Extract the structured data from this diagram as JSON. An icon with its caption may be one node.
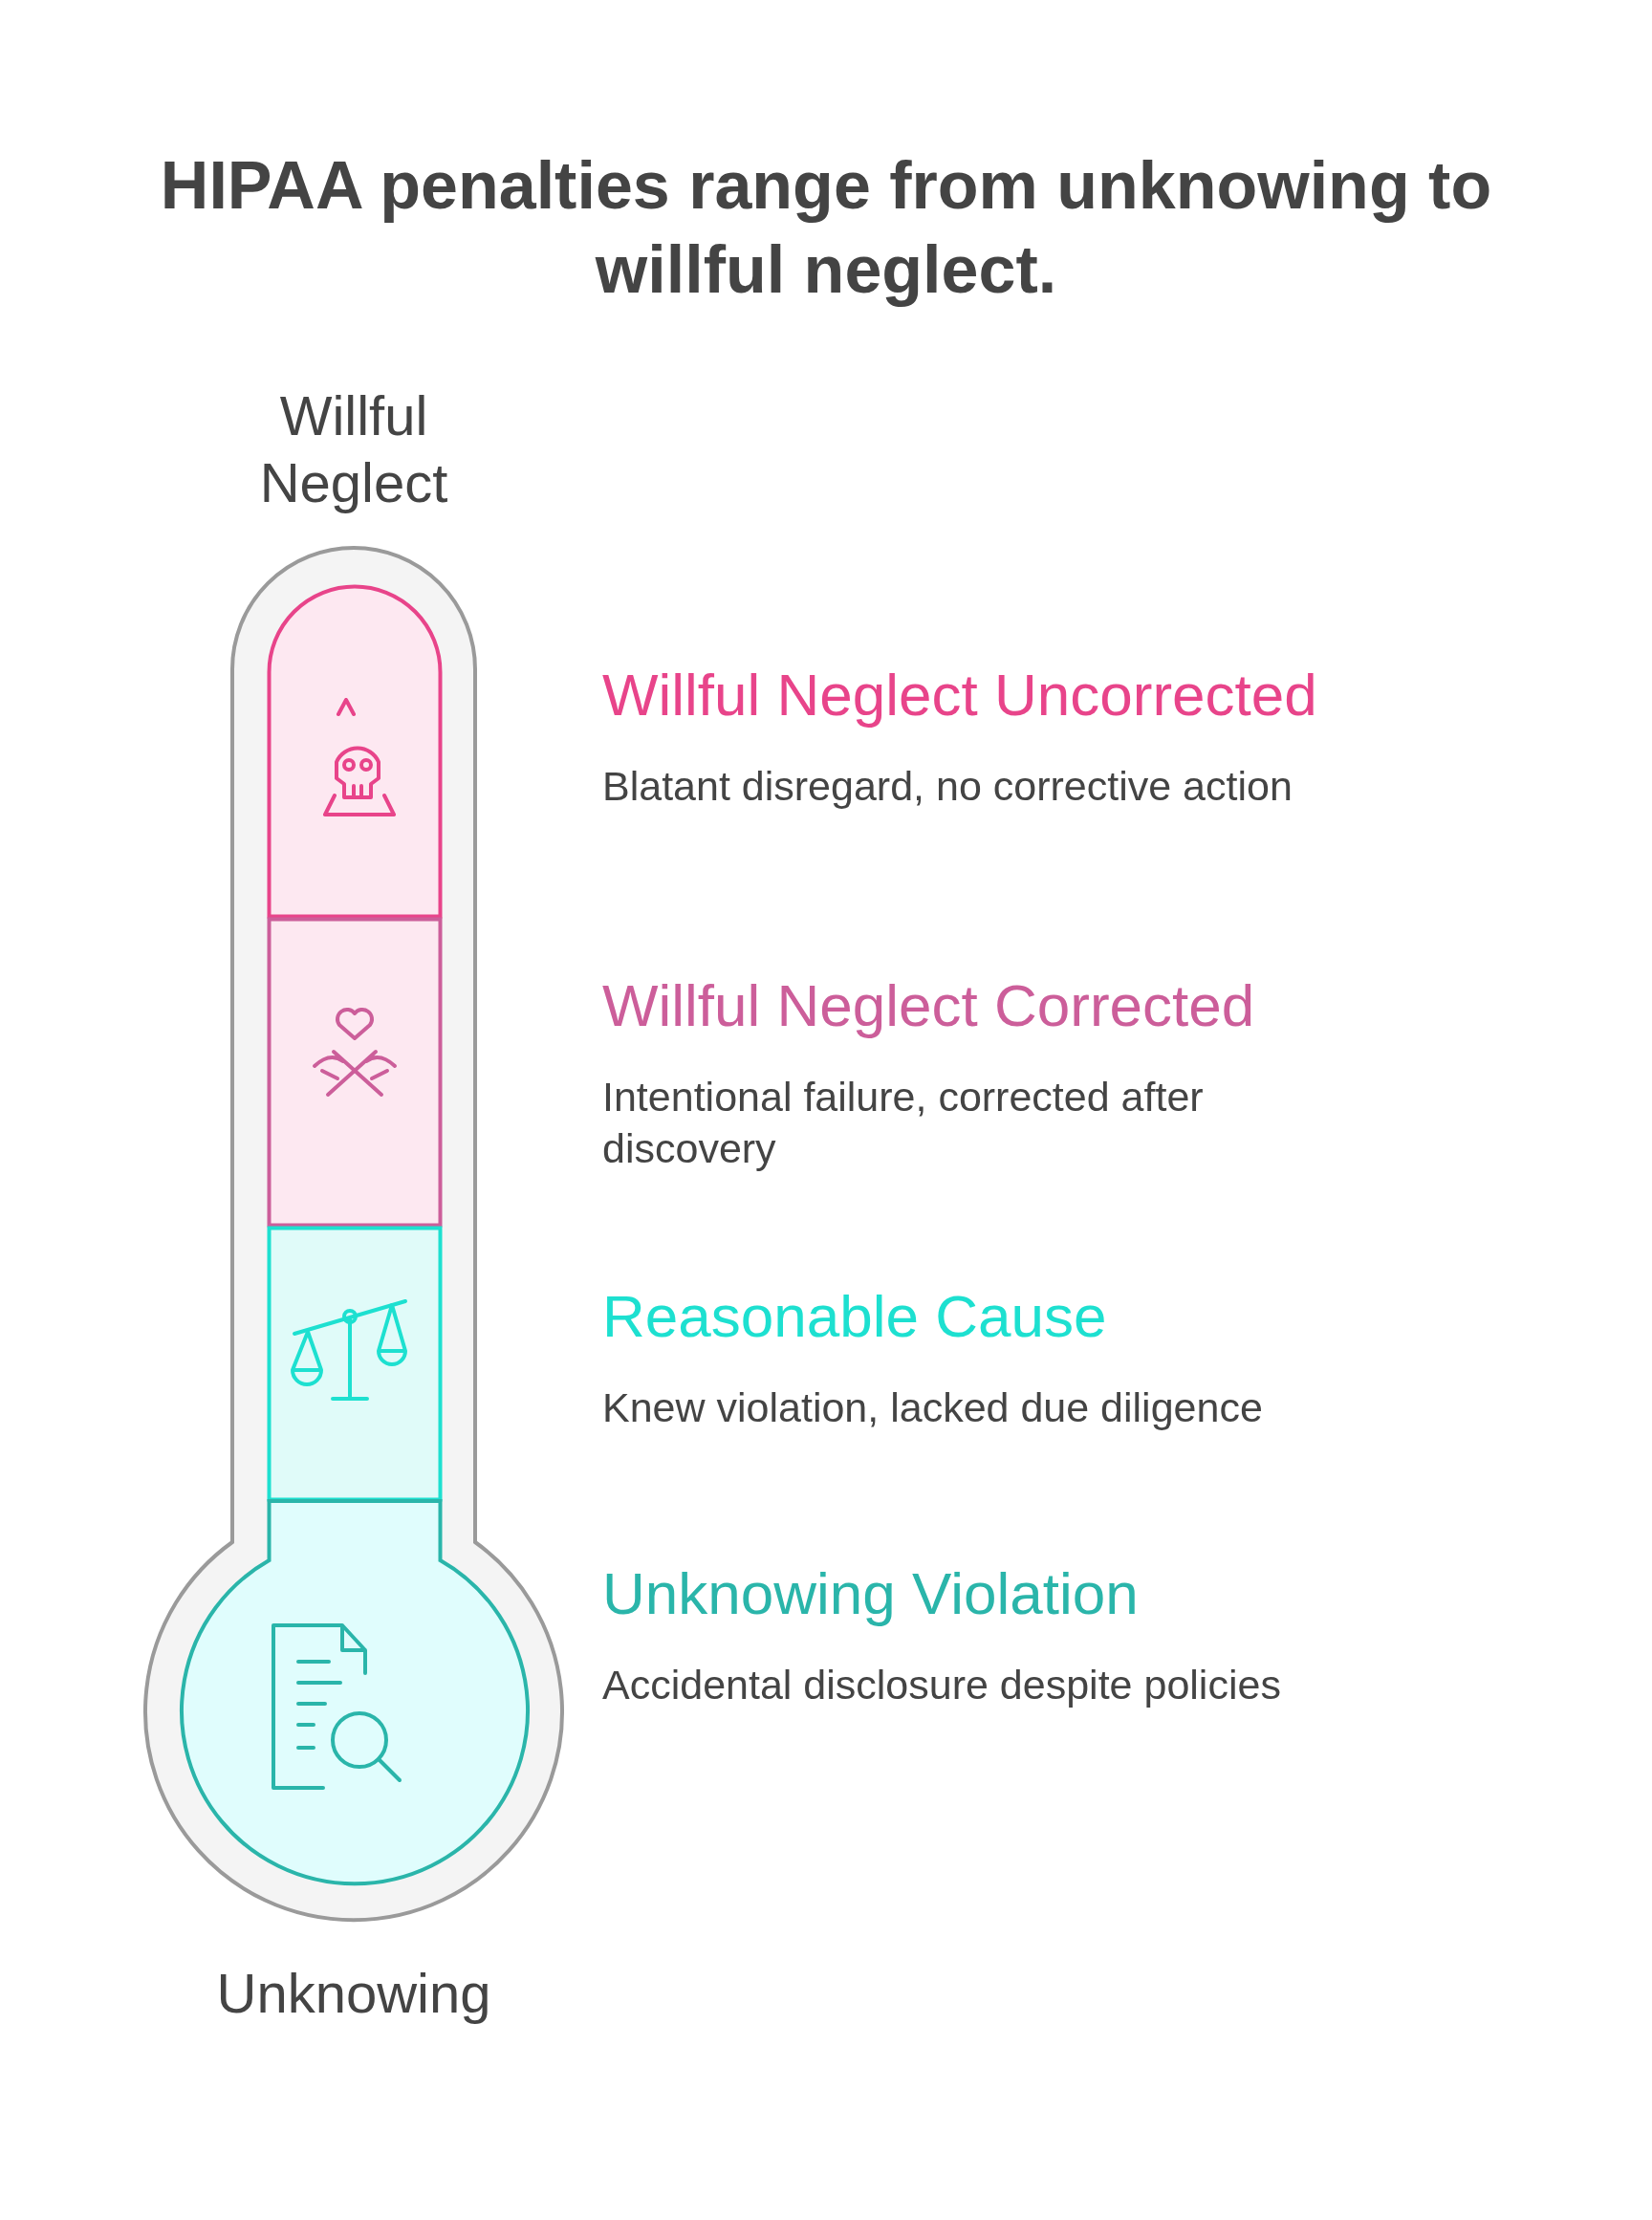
{
  "diagram": {
    "title": "HIPAA penalties range from unknowing to willful neglect.",
    "nodes": [
      {
        "text": [],
        "shape": "box",
        "beside": [
          "Willful Neglect Uncorrected",
          "Blatant disregard, no corrective action"
        ]
      },
      {
        "text": [],
        "shape": "box",
        "beside": [
          "Willful Neglect Corrected",
          "Intentional failure, corrected after discovery"
        ]
      },
      {
        "text": [],
        "shape": "box",
        "beside": [
          "Reasonable Cause",
          "Knew violation, lacked due diligence"
        ]
      },
      {
        "text": [],
        "shape": "circle",
        "beside": [
          "Unknowing Violation",
          "Accidental disclosure despite policies"
        ]
      }
    ],
    "edges": [],
    "labels": [
      "Willful Neglect",
      "Unknowing"
    ]
  }
}
